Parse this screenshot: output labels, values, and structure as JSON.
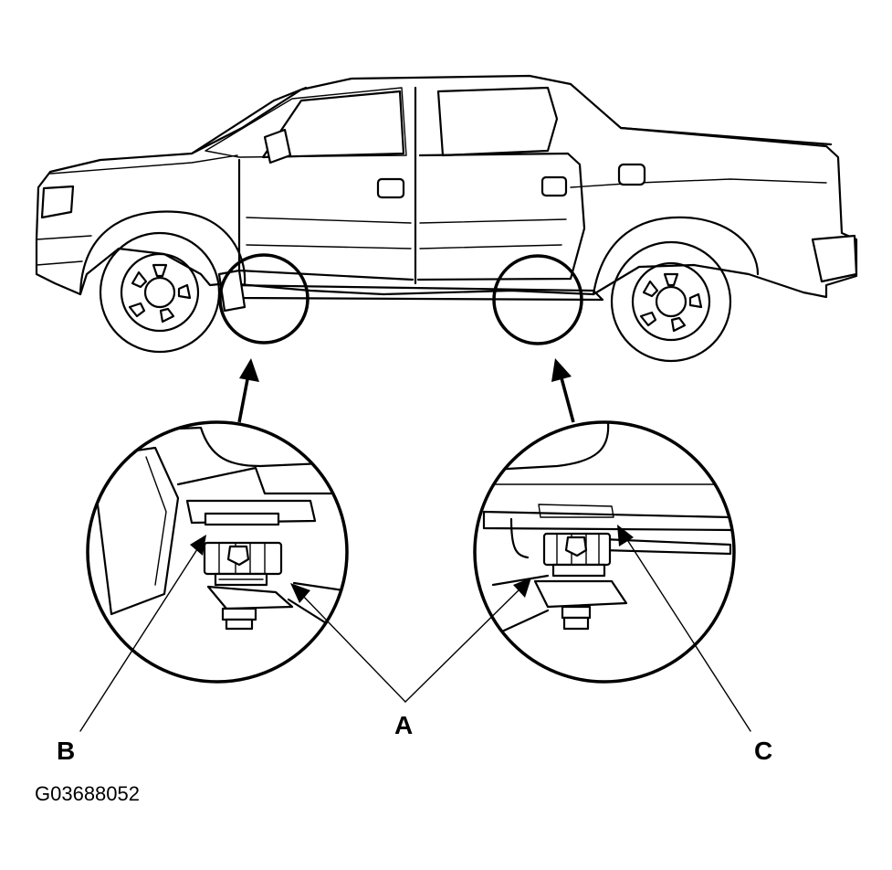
{
  "callouts": {
    "a": "A",
    "b": "B",
    "c": "C"
  },
  "figure_id": "G03688052",
  "icons": [
    "pickup-truck-icon",
    "lift-point-detail-icon"
  ]
}
